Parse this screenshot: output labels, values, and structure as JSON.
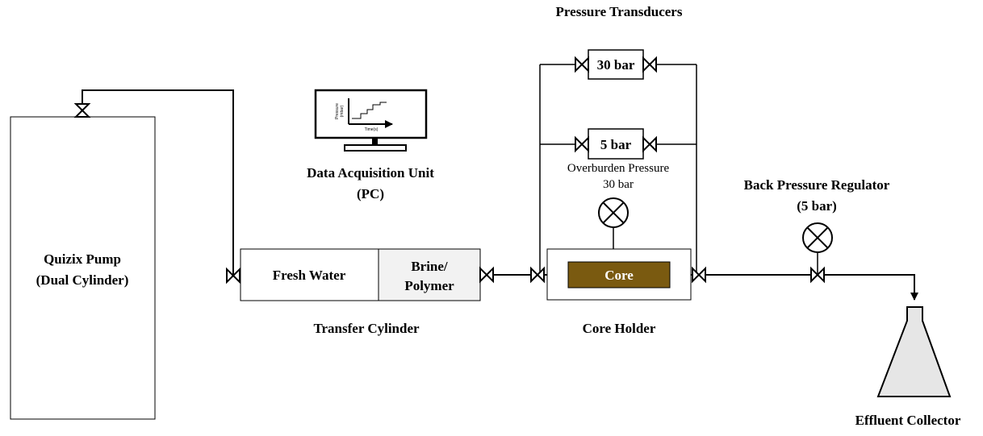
{
  "labels": {
    "pump_line1": "Quizix Pump",
    "pump_line2": "(Dual Cylinder)",
    "fresh_water": "Fresh Water",
    "brine_line1": "Brine/",
    "brine_line2": "Polymer",
    "transfer_cylinder": "Transfer Cylinder",
    "daq_line1": "Data Acquisition Unit",
    "daq_line2": "(PC)",
    "pressure_transducers": "Pressure Transducers",
    "transducer_30": "30 bar",
    "transducer_5": "5 bar",
    "overburden_line1": "Overburden Pressure",
    "overburden_line2": "30 bar",
    "core": "Core",
    "core_holder": "Core Holder",
    "bpr_line1": "Back Pressure Regulator",
    "bpr_line2": "(5 bar)",
    "effluent_collector": "Effluent Collector",
    "screen_ylabel_1": "Pressure",
    "screen_ylabel_2": "(mbar)",
    "screen_xlabel": "Time(s)"
  },
  "colors": {
    "core_fill": "#7a5a10",
    "brine_fill": "#f2f2f2",
    "flask_fill": "#e6e6e6"
  }
}
